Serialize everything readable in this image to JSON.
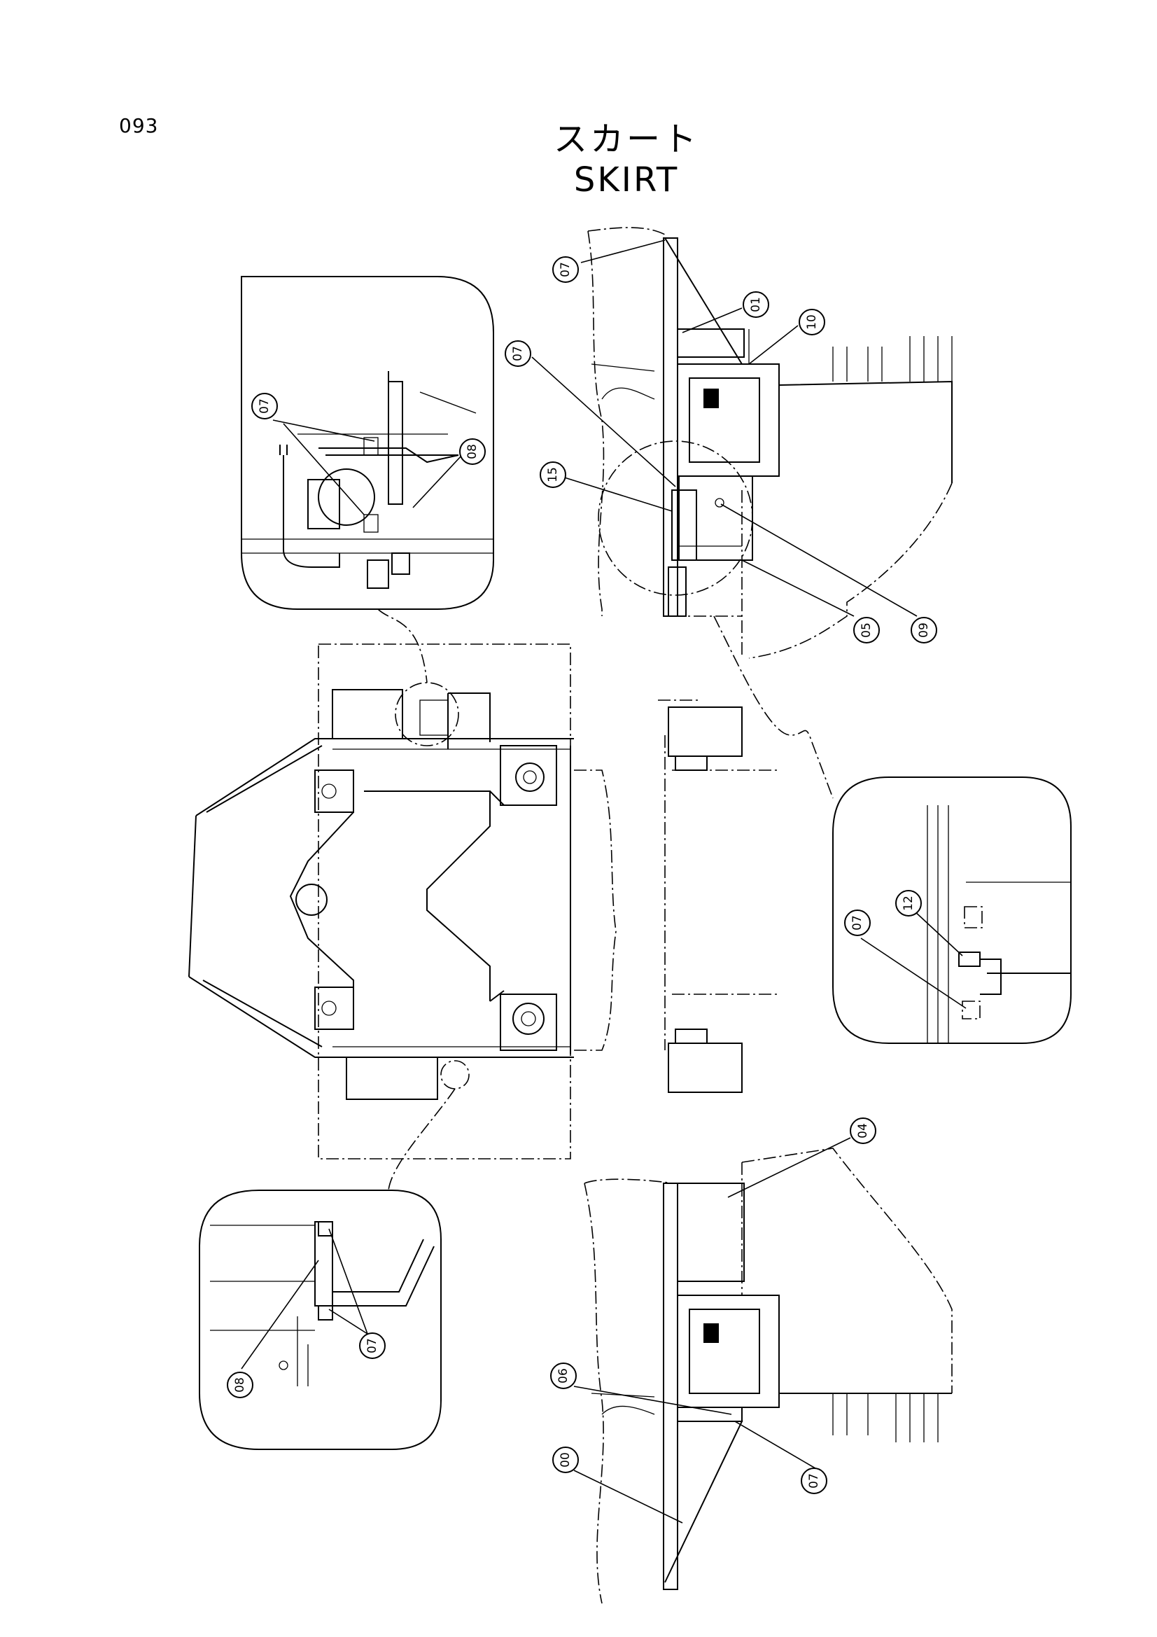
{
  "page_number": "093",
  "title": {
    "japanese": "スカート",
    "english": "SKIRT"
  },
  "callouts": {
    "c07_top": "07",
    "c01": "01",
    "c10": "10",
    "c07_upper_mid": "07",
    "c15": "15",
    "c05": "05",
    "c09": "09",
    "c07_detail_a": "07",
    "c08_detail_a": "08",
    "c12": "12",
    "c07_detail_c": "07",
    "c04": "04",
    "c06": "06",
    "c07_lower": "07",
    "c00": "00",
    "c08_detail_b": "08",
    "c07_detail_b": "07"
  }
}
